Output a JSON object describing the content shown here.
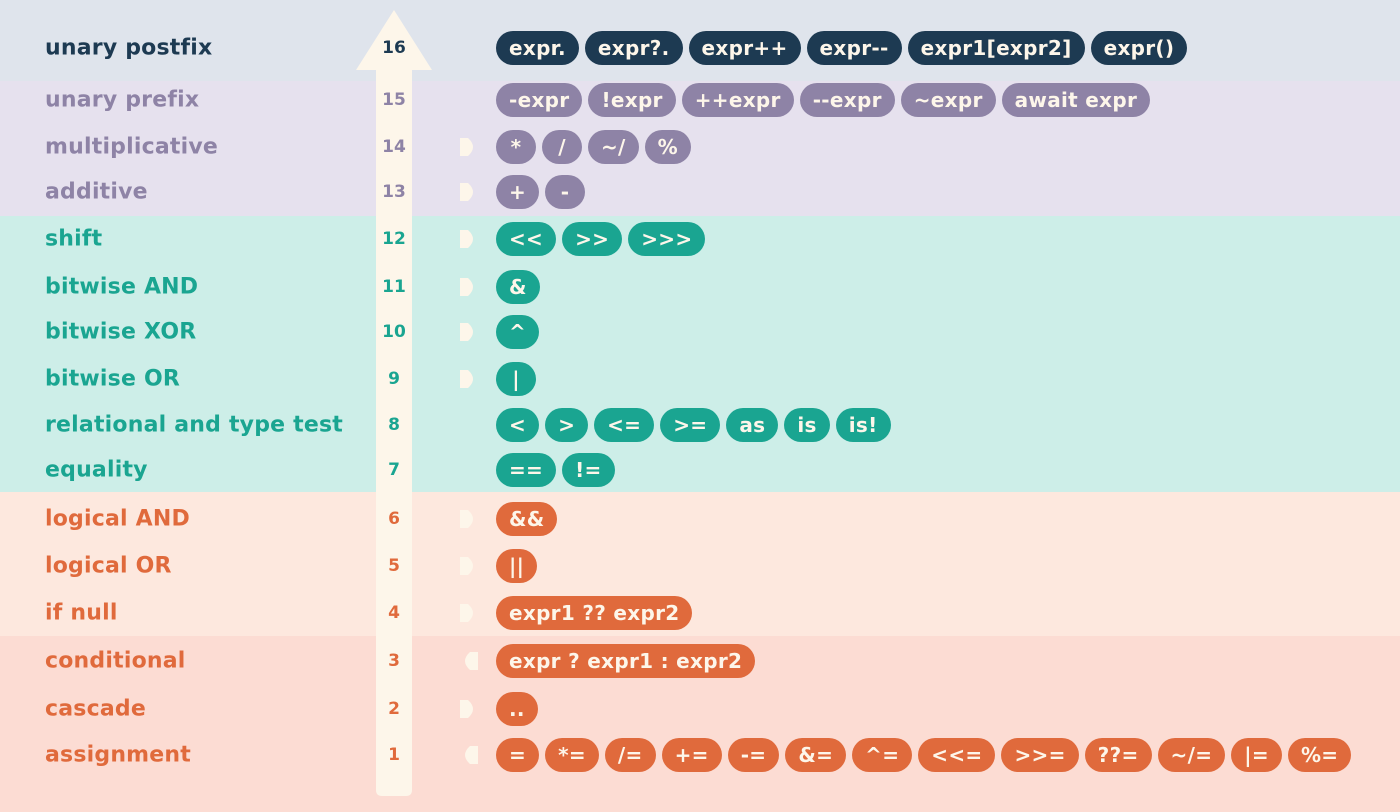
{
  "colors": {
    "band_postfix": "#dfe4ec",
    "band_prefix": "#e6e1ee",
    "band_teal": "#cdeee8",
    "band_orange_light": "#fde8de",
    "band_orange_dark": "#fcdcd3",
    "arrow_fill": "#fdf6ea",
    "postfix": "#1d3a52",
    "prefix": "#8e83a6",
    "teal": "#1aa591",
    "orange": "#e06a3c"
  },
  "rows": [
    {
      "name": "unary postfix",
      "level": "16",
      "color": "postfix",
      "assoc": "none",
      "ops": [
        "expr.",
        "expr?.",
        "expr++",
        "expr--",
        "expr1[expr2]",
        "expr()"
      ]
    },
    {
      "name": "unary prefix",
      "level": "15",
      "color": "prefix",
      "assoc": "none",
      "ops": [
        "-expr",
        "!expr",
        "++expr",
        "--expr",
        "~expr",
        "await expr"
      ]
    },
    {
      "name": "multiplicative",
      "level": "14",
      "color": "prefix",
      "assoc": "left",
      "ops": [
        "*",
        "/",
        "~/",
        "%"
      ]
    },
    {
      "name": "additive",
      "level": "13",
      "color": "prefix",
      "assoc": "left",
      "ops": [
        "+",
        "-"
      ]
    },
    {
      "name": "shift",
      "level": "12",
      "color": "teal",
      "assoc": "left",
      "ops": [
        "<<",
        ">>",
        ">>>"
      ]
    },
    {
      "name": "bitwise AND",
      "level": "11",
      "color": "teal",
      "assoc": "left",
      "ops": [
        "&"
      ]
    },
    {
      "name": "bitwise XOR",
      "level": "10",
      "color": "teal",
      "assoc": "left",
      "ops": [
        "^"
      ]
    },
    {
      "name": "bitwise OR",
      "level": "9",
      "color": "teal",
      "assoc": "left",
      "ops": [
        "|"
      ]
    },
    {
      "name": "relational and type test",
      "level": "8",
      "color": "teal",
      "assoc": "none",
      "ops": [
        "<",
        ">",
        "<=",
        ">=",
        "as",
        "is",
        "is!"
      ]
    },
    {
      "name": "equality",
      "level": "7",
      "color": "teal",
      "assoc": "none",
      "ops": [
        "==",
        "!="
      ]
    },
    {
      "name": "logical AND",
      "level": "6",
      "color": "orange",
      "assoc": "left",
      "ops": [
        "&&"
      ]
    },
    {
      "name": "logical OR",
      "level": "5",
      "color": "orange",
      "assoc": "left",
      "ops": [
        "||"
      ]
    },
    {
      "name": "if null",
      "level": "4",
      "color": "orange",
      "assoc": "left",
      "ops": [
        "expr1 ?? expr2"
      ]
    },
    {
      "name": "conditional",
      "level": "3",
      "color": "orange",
      "assoc": "right",
      "ops": [
        "expr ? expr1 : expr2"
      ]
    },
    {
      "name": "cascade",
      "level": "2",
      "color": "orange",
      "assoc": "left",
      "ops": [
        ".."
      ]
    },
    {
      "name": "assignment",
      "level": "1",
      "color": "orange",
      "assoc": "right",
      "ops": [
        "=",
        "*=",
        "/=",
        "+=",
        "-=",
        "&=",
        "^=",
        "<<=",
        ">>=",
        "??=",
        "~/=",
        "|=",
        "%="
      ]
    }
  ]
}
